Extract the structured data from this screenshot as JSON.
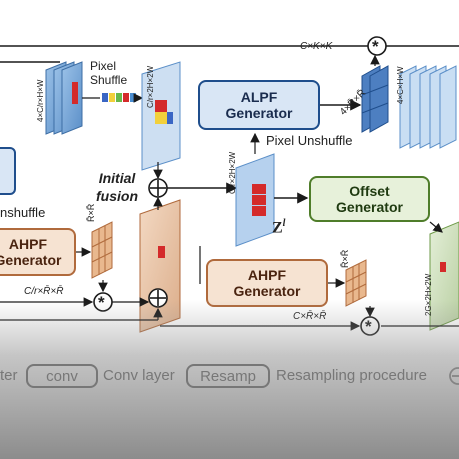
{
  "blocks": {
    "alpf_generator": "ALPF\nGenerator",
    "offset_generator": "Offset\nGenerator",
    "ahpf_generator": "AHPF\nGenerator",
    "ahpf_generator_left": "AHPF\nGenerator"
  },
  "labels": {
    "pixel_shuffle": "Pixel\nShuffle",
    "pixel_unshuffle": "Pixel Unshuffle",
    "unshuffle_left": "nshuffle",
    "initial_fusion": "Initial\nfusion",
    "z_l": "Z",
    "z_l_sup": "l",
    "ckk": "C×K×K",
    "c_rr_left": "C/r×R̄×R̄",
    "c_rr_right": "C×R̄×R̄",
    "r_by_r_1": "R̄×R̄",
    "r_by_r_2": "R̄×R̄",
    "dim_4c_r_h_w": "4×C/r×H×W",
    "dim_c_r_2h_2w_top": "C/r×2H×2W",
    "dim_c_r_2h_2w_mid": "C/r×2H×2W",
    "dim_4_r_r": "4×R̄×R̄",
    "dim_4c_h_w": "4×C×H×W",
    "dim_2g_2h_2w": "2G×2H×2W"
  },
  "operators": {
    "conv_star": "*",
    "plus": "+"
  },
  "legend": {
    "filter_tail": "ter",
    "conv": "conv",
    "conv_desc": "Conv layer",
    "resamp": "Resamp",
    "resamp_desc": "Resampling procedure"
  },
  "colors": {
    "blue_block": "#d9e6f5",
    "green_block": "#e7f1da",
    "orange_block": "#f6e3d2",
    "red_cell": "#d42a2a",
    "arrow": "#1a1a1a"
  }
}
